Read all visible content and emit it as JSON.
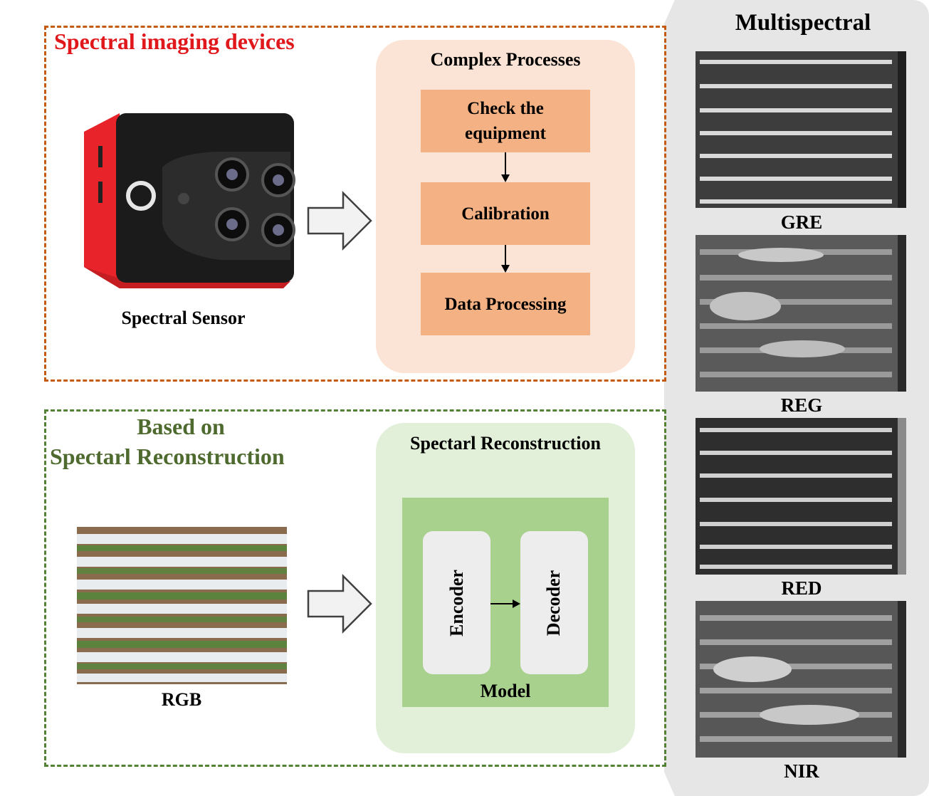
{
  "top_section": {
    "title": "Spectral imaging devices",
    "sensor_caption": "Spectral Sensor",
    "process_title": "Complex Processes",
    "steps": [
      "Check the equipment",
      "Calibration",
      "Data Processing"
    ]
  },
  "bottom_section": {
    "title_line1": "Based on",
    "title_line2": "Spectarl Reconstruction",
    "rgb_caption": "RGB",
    "recon_title": "Spectarl Reconstruction",
    "encoder_label": "Encoder",
    "decoder_label": "Decoder",
    "model_label": "Model"
  },
  "multispectral": {
    "title": "Multispectral",
    "bands": [
      "GRE",
      "REG",
      "RED",
      "NIR"
    ]
  },
  "colors": {
    "top_border": "#c55a11",
    "bottom_border": "#548235",
    "title_red": "#e0171b",
    "process_fill": "#fbe4d5",
    "step_fill": "#f4b183",
    "recon_fill": "#e2efd9",
    "model_fill": "#a9d18e"
  }
}
